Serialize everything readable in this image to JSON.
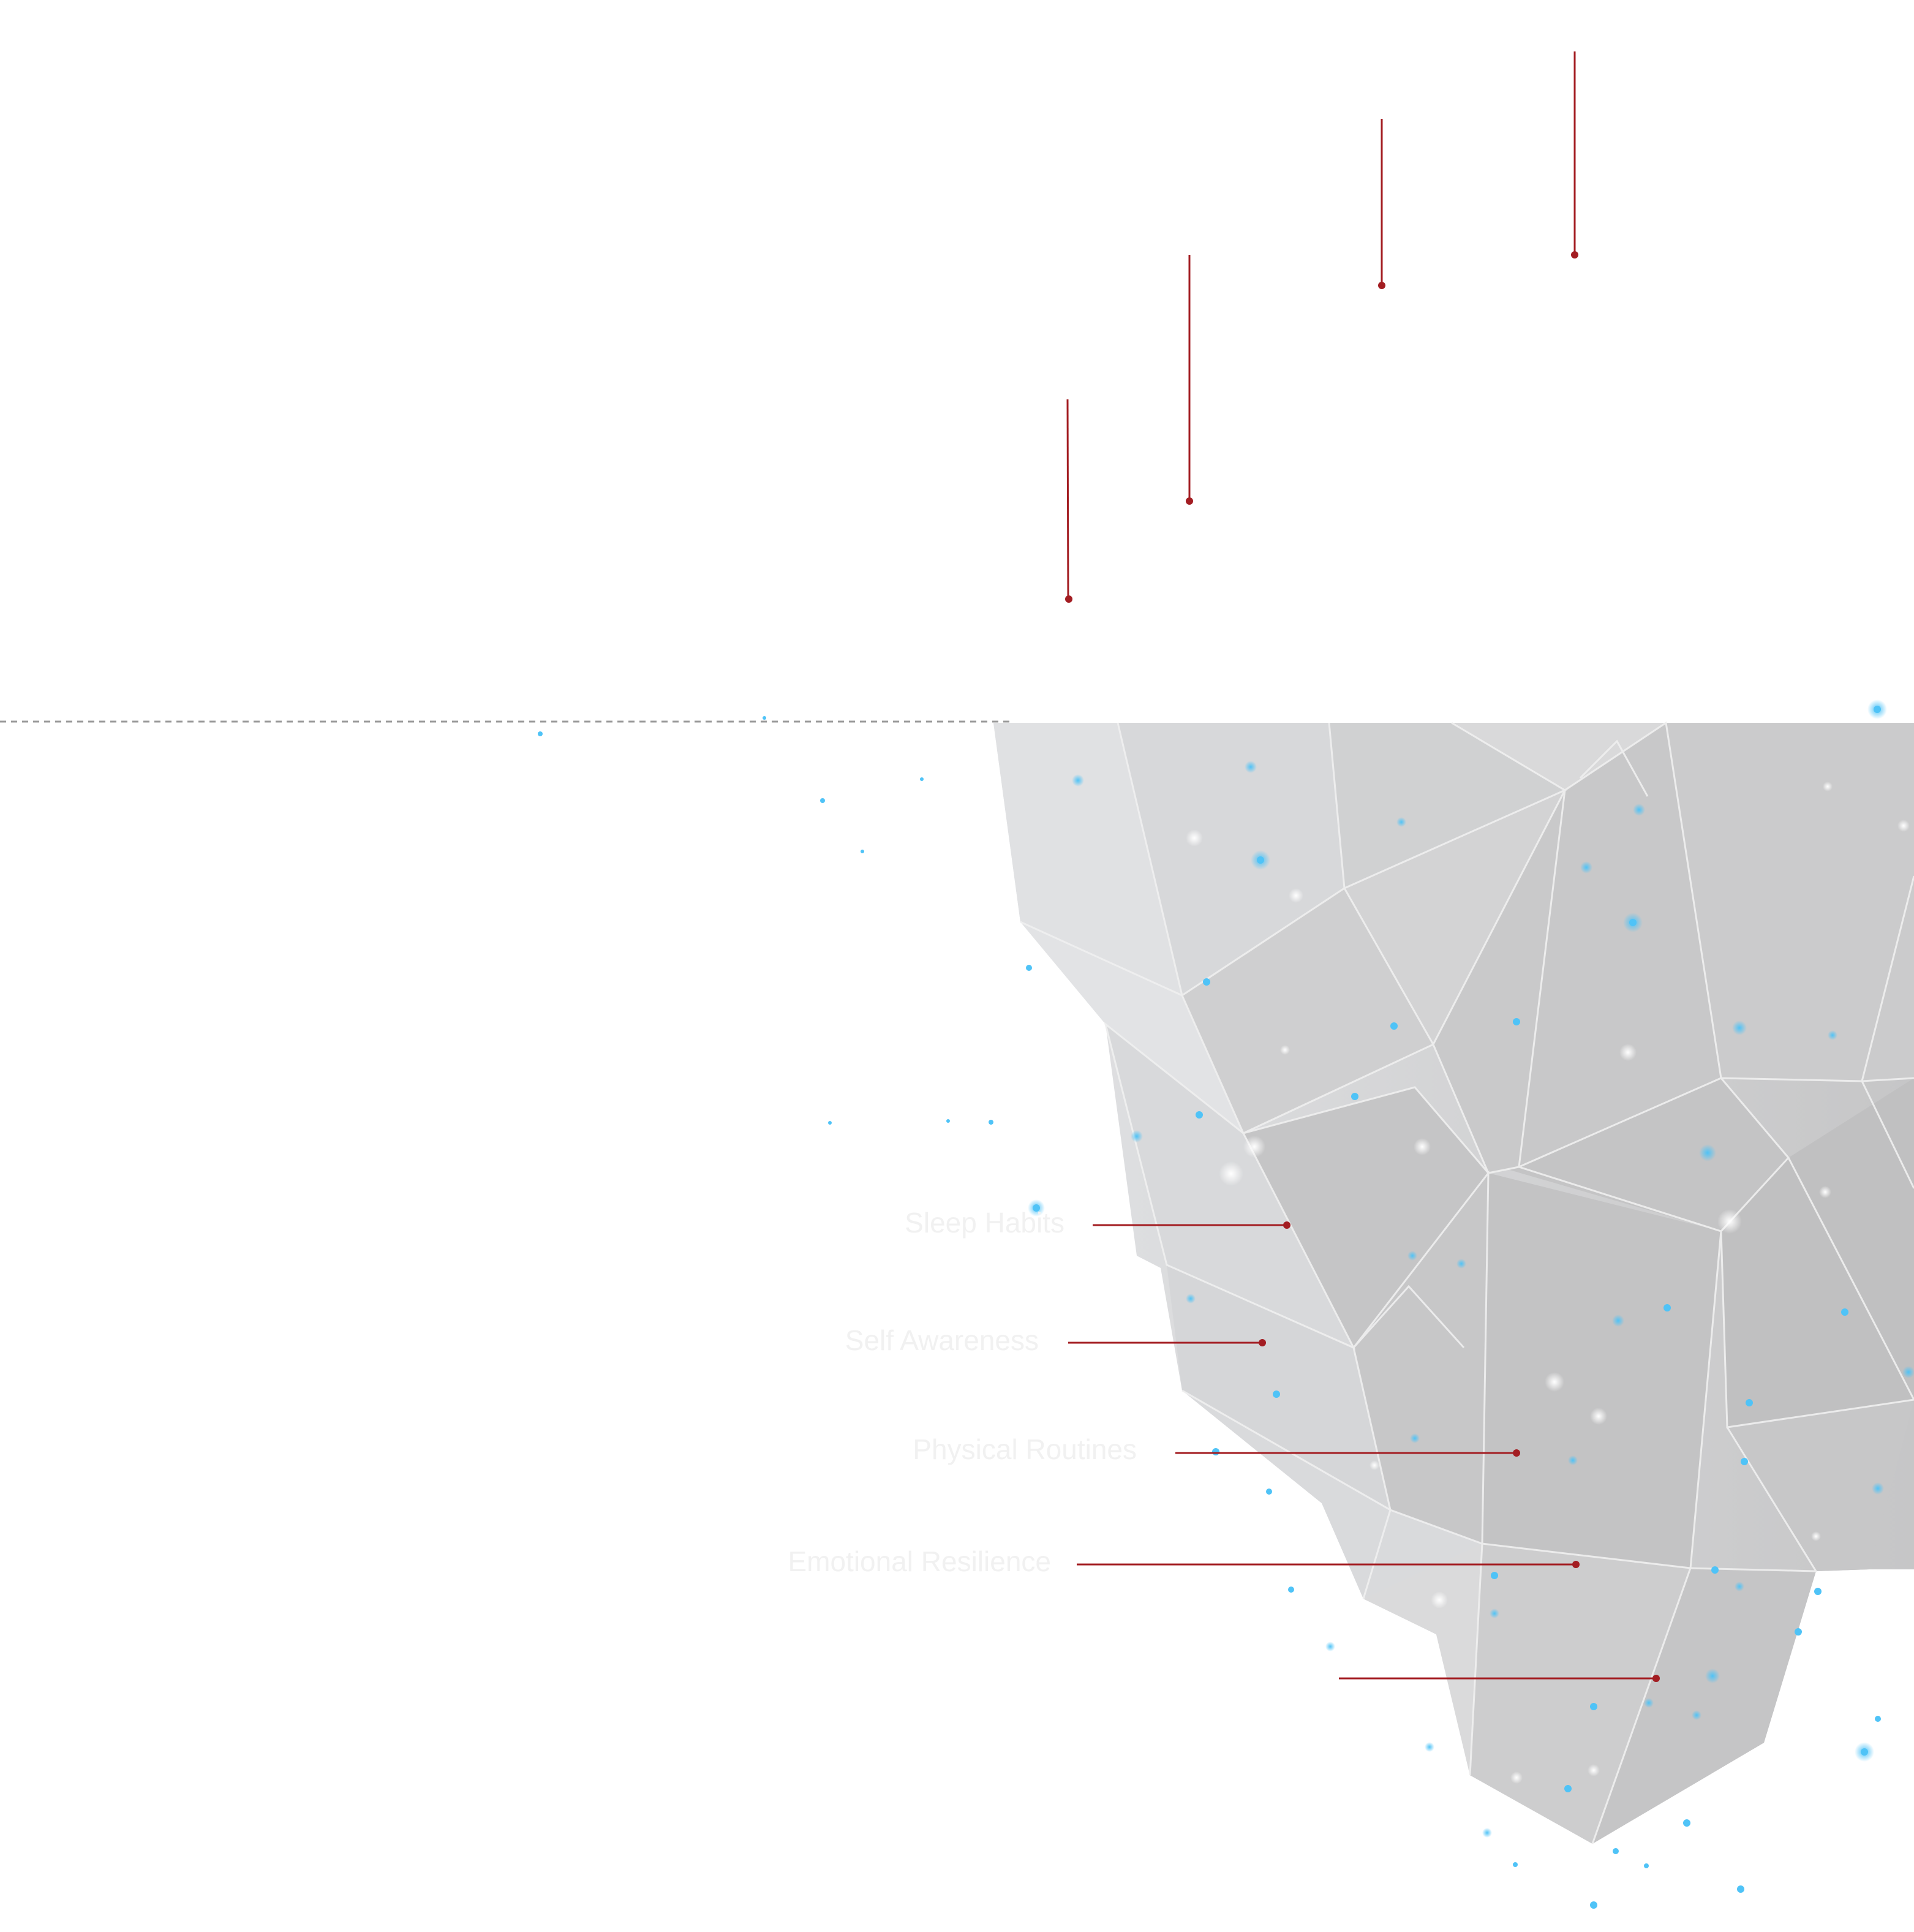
{
  "labels": {
    "sleep_habits": "Sleep Habits",
    "self_awareness": "Self Awareness",
    "physical_routines": "Physical Routines",
    "emotional_resilience": "Emotional Resilience"
  },
  "colors": {
    "leader_line": "#a31d22",
    "iceberg_face_light": "#dcdddf",
    "iceberg_face_dark": "#c2c2c3",
    "iceberg_edge": "#f0f0f0",
    "waterline": "#9a9a9a",
    "particle_blue": "#4fc3f7",
    "particle_white": "#ffffff"
  }
}
